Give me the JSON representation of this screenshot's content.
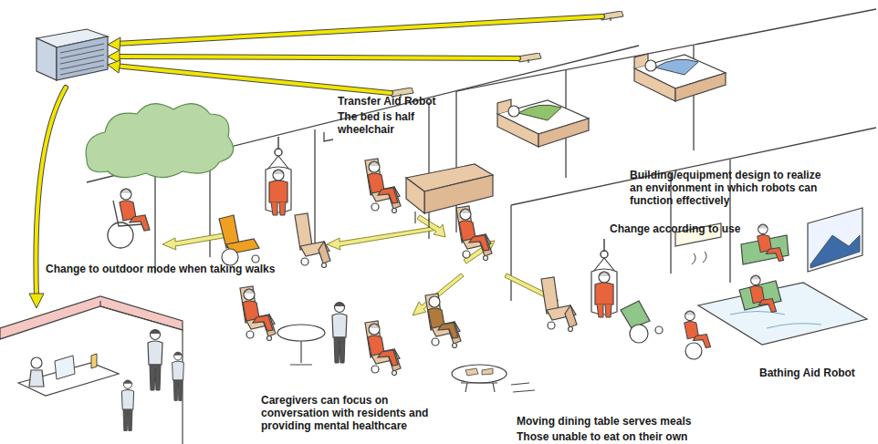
{
  "diagram": {
    "labels": [
      "Transfer Aid Robot",
      "The bed is half wheelchair",
      "Building/equipment design to realize an environment in which robots can function effectively",
      "Change according to use",
      "Change to outdoor mode when taking walks",
      "Bathing Aid Robot",
      "Caregivers can focus on conversation with residents and providing mental healthcare",
      "Moving dining table serves meals",
      "Those unable to eat on their own"
    ]
  }
}
